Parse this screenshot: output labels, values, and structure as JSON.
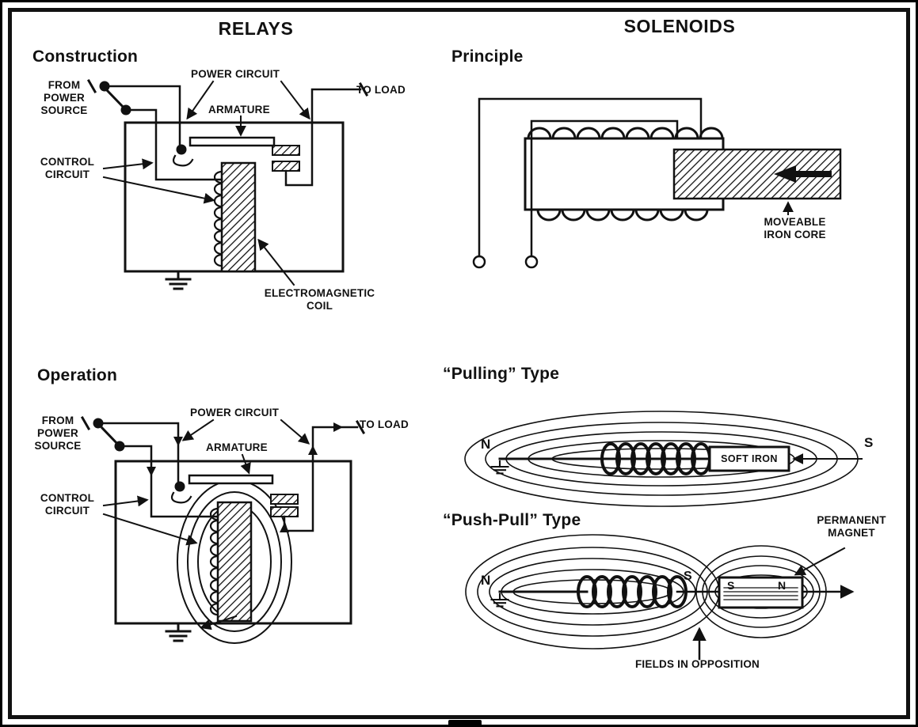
{
  "headers": {
    "relays": "RELAYS",
    "solenoids": "SOLENOIDS"
  },
  "relay_construction": {
    "title": "Construction",
    "labels": {
      "from_power_source": "FROM\nPOWER\nSOURCE",
      "power_circuit": "POWER CIRCUIT",
      "armature": "ARMATURE",
      "to_load": "TO LOAD",
      "control_circuit": "CONTROL\nCIRCUIT",
      "electromagnetic_coil": "ELECTROMAGNETIC\nCOIL"
    }
  },
  "solenoid_principle": {
    "title": "Principle",
    "labels": {
      "moveable_iron_core": "MOVEABLE\nIRON CORE"
    }
  },
  "relay_operation": {
    "title": "Operation",
    "labels": {
      "from_power_source": "FROM\nPOWER\nSOURCE",
      "power_circuit": "POWER CIRCUIT",
      "armature": "ARMATURE",
      "to_load": "TO LOAD",
      "control_circuit": "CONTROL\nCIRCUIT"
    }
  },
  "pulling_type": {
    "title": "“Pulling” Type",
    "labels": {
      "north_pole": "N",
      "south_pole": "S",
      "soft_iron": "SOFT IRON"
    }
  },
  "push_pull_type": {
    "title": "“Push-Pull” Type",
    "labels": {
      "north_pole": "N",
      "mid_south_pole": "S",
      "magnet_south": "S",
      "magnet_north": "N",
      "permanent_magnet": "PERMANENT\nMAGNET",
      "fields_in_opposition": "FIELDS IN OPPOSITION"
    }
  },
  "colors": {
    "ink": "#111111",
    "paper": "#ffffff"
  }
}
